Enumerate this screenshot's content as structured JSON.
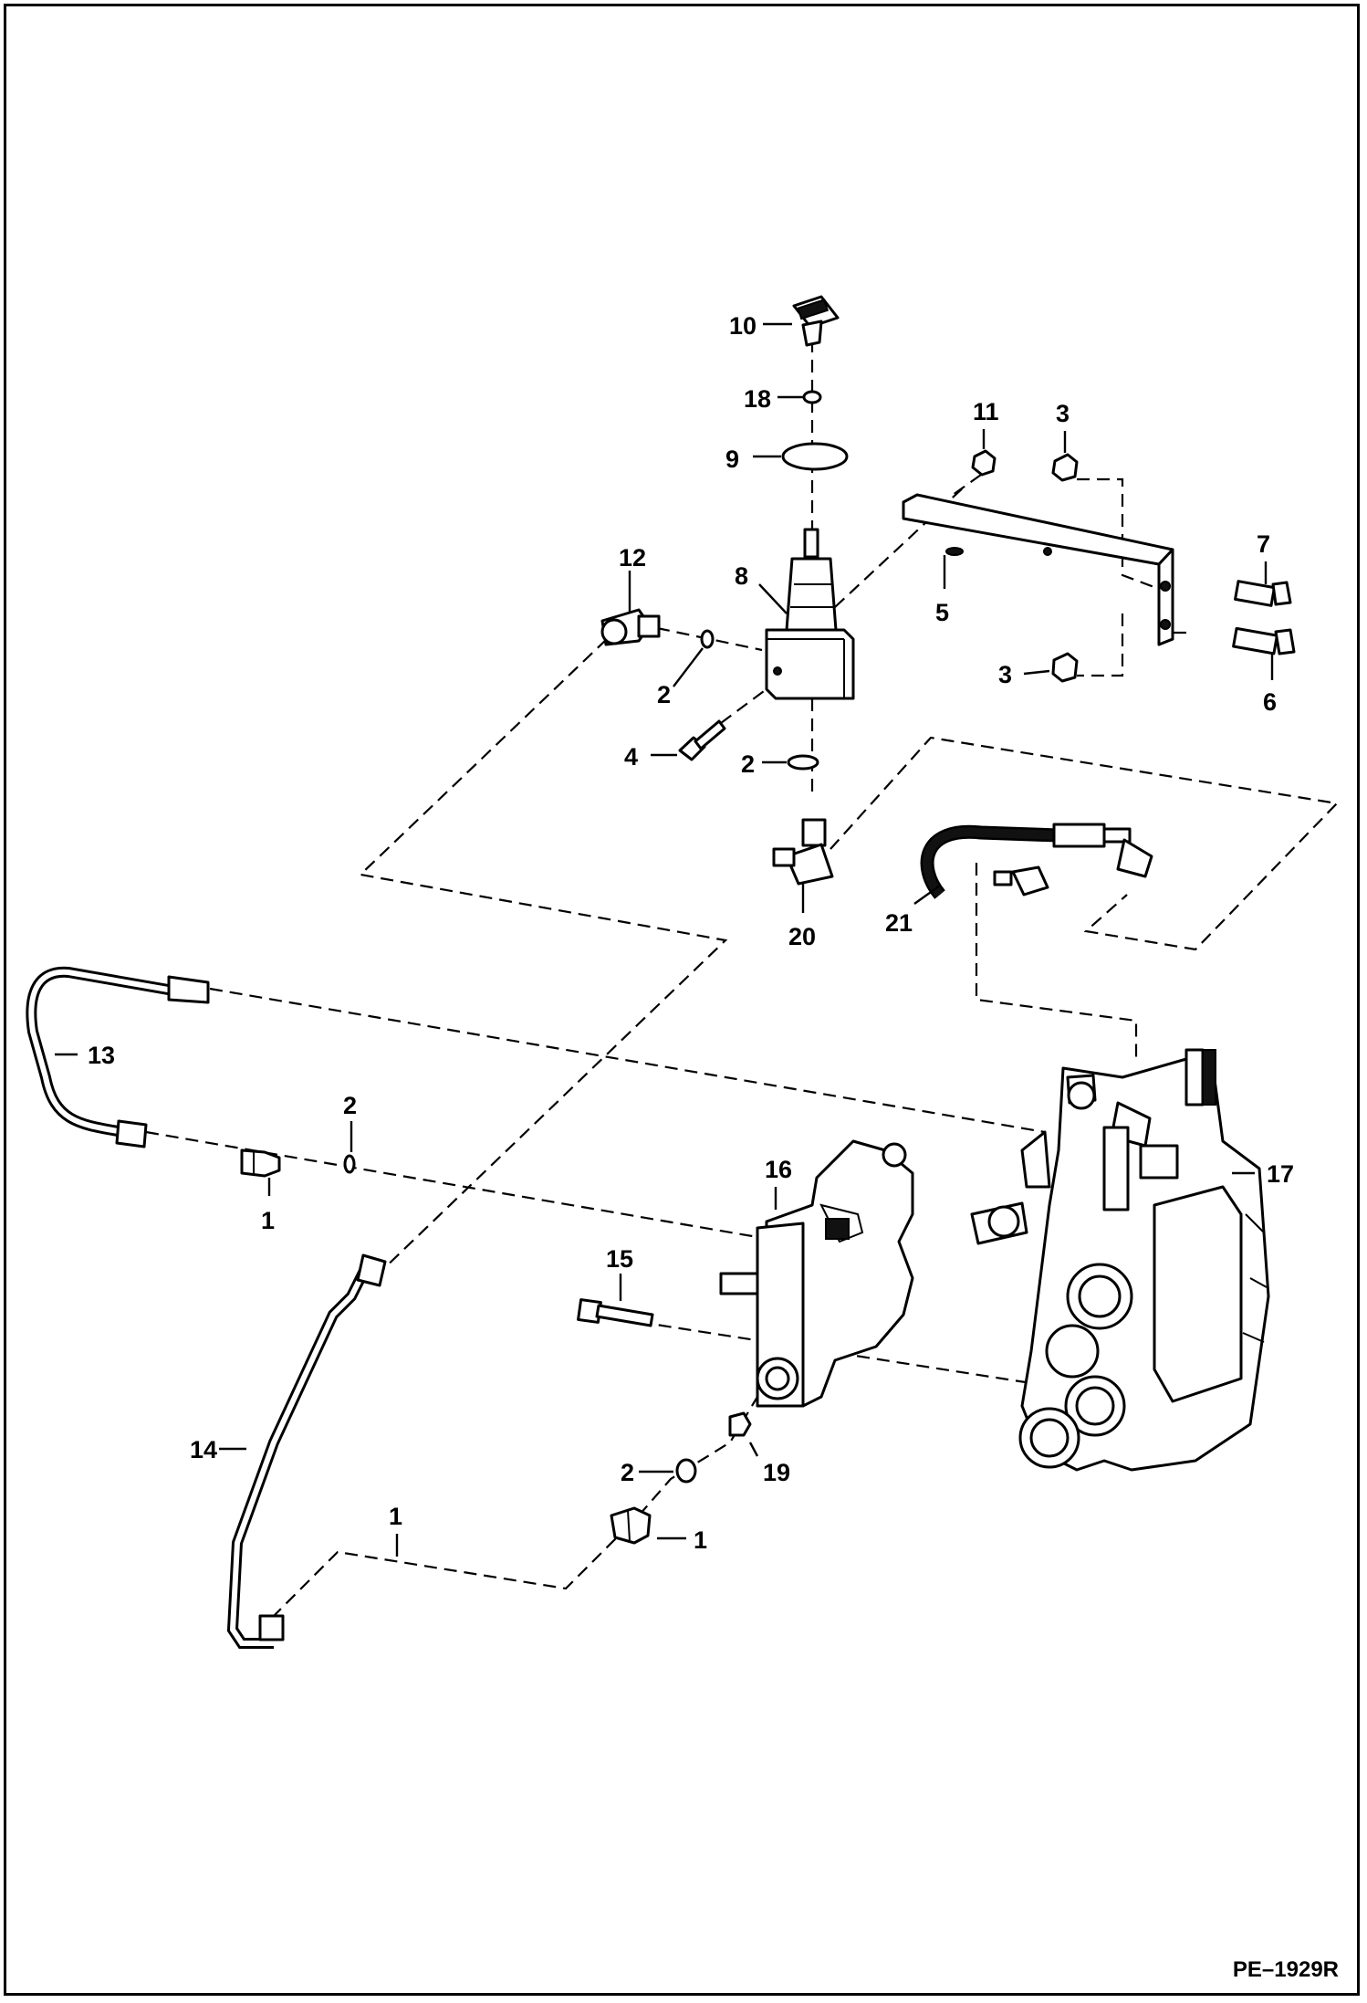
{
  "figure": {
    "reference": "PE–1929R"
  },
  "callouts": {
    "c1a": "1",
    "c1b": "1",
    "c1c": "1",
    "c2a": "2",
    "c2b": "2",
    "c2c": "2",
    "c2d": "2",
    "c3a": "3",
    "c3b": "3",
    "c4": "4",
    "c5": "5",
    "c6": "6",
    "c7": "7",
    "c8": "8",
    "c9": "9",
    "c10": "10",
    "c11": "11",
    "c12": "12",
    "c13": "13",
    "c14": "14",
    "c15": "15",
    "c16": "16",
    "c17": "17",
    "c18": "18",
    "c19": "19",
    "c20": "20",
    "c21": "21"
  },
  "icons": [
    "valve-cartridge-icon",
    "control-valve-icon",
    "hydraulic-hose-icon",
    "tube-line-icon",
    "bracket-icon",
    "fitting-icon"
  ]
}
